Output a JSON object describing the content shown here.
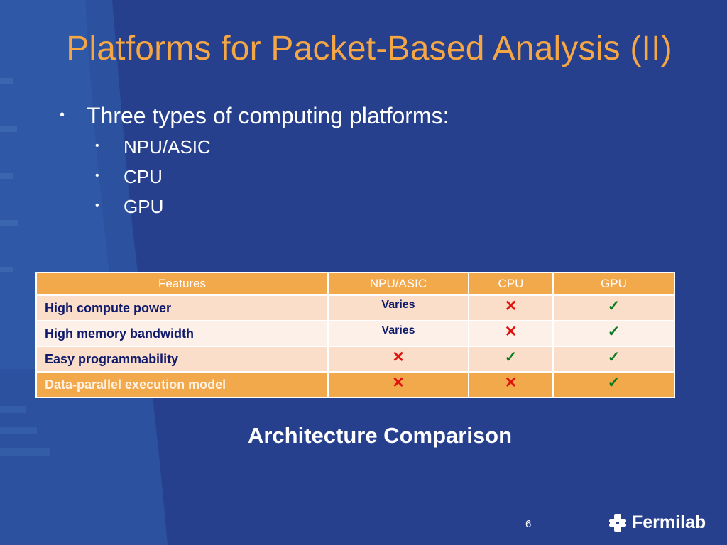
{
  "slide": {
    "title": "Platforms for Packet-Based Analysis (II)",
    "main_bullet": "Three types of computing platforms:",
    "sub_bullets": [
      "NPU/ASIC",
      "CPU",
      "GPU"
    ],
    "caption": "Architecture Comparison",
    "page_number": "6",
    "logo_text": "Fermilab"
  },
  "table": {
    "headers": [
      "Features",
      "NPU/ASIC",
      "CPU",
      "GPU"
    ],
    "rows": [
      {
        "feature": "High compute power",
        "npu": "Varies",
        "cpu": "✕",
        "gpu": "✓"
      },
      {
        "feature": "High memory bandwidth",
        "npu": "Varies",
        "cpu": "✕",
        "gpu": "✓"
      },
      {
        "feature": "Easy programmability",
        "npu": "✕",
        "cpu": "✓",
        "gpu": "✓"
      },
      {
        "feature": "Data-parallel execution model",
        "npu": "✕",
        "cpu": "✕",
        "gpu": "✓"
      }
    ]
  },
  "colors": {
    "background": "#27408e",
    "title": "#f5a645",
    "table_header": "#f2a94b",
    "cross": "#e0140f",
    "check": "#0c7a20"
  }
}
